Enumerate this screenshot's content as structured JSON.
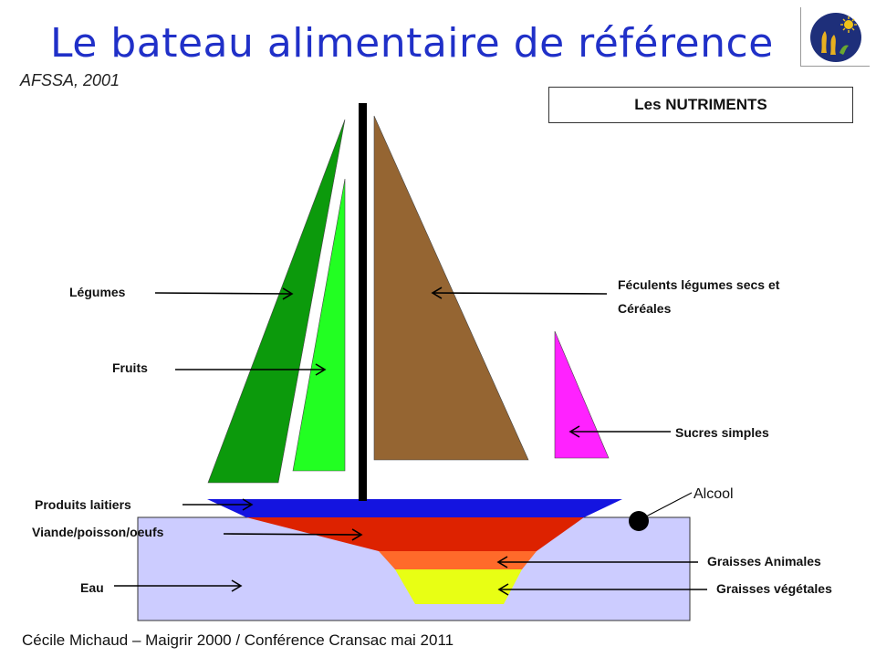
{
  "slide": {
    "title": "Le bateau alimentaire de référence",
    "subtitle": "AFSSA, 2001",
    "box_label": "Les NUTRIMENTS",
    "footer": "Cécile Michaud – Maigrir 2000 / Conférence Cransac mai 2011"
  },
  "labels": {
    "legumes": "Légumes",
    "fruits": "Fruits",
    "feculents_line1": "Féculents légumes secs et",
    "feculents_line2": "Céréales",
    "sucres": "Sucres simples",
    "laitiers": "Produits laitiers",
    "viande": "Viande/poisson/oeufs",
    "eau": "Eau",
    "alcool": "Alcool",
    "graisses_animales": "Graisses Animales",
    "graisses_vegetales": "Graisses végétales"
  },
  "colors": {
    "title": "#2030c8",
    "legumes": "#0c9a0c",
    "fruits": "#22ff22",
    "feculents": "#956532",
    "sucres": "#ff22ff",
    "laitiers": "#1414e0",
    "viande": "#dd2200",
    "graisses_animales": "#ff6a2a",
    "graisses_vegetales": "#e8ff14",
    "eau": "#ccccff",
    "mast": "#000000",
    "alcool": "#000000"
  }
}
